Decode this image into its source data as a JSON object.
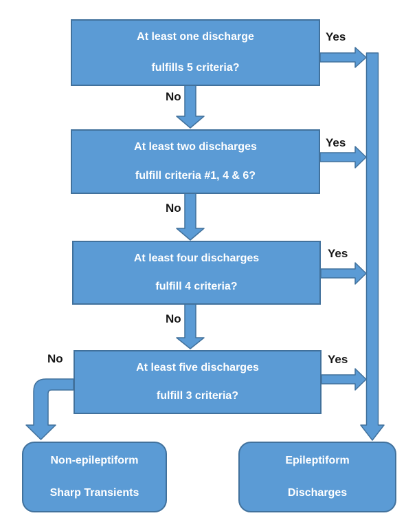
{
  "flowchart": {
    "decision_boxes": [
      {
        "line1": "At least one discharge",
        "line2": "fulfills 5 criteria?"
      },
      {
        "line1": "At least two discharges",
        "line2": "fulfill criteria #1, 4 & 6?"
      },
      {
        "line1": "At least four discharges",
        "line2": "fulfill 4 criteria?"
      },
      {
        "line1": "At least five discharges",
        "line2": "fulfill 3 criteria?"
      }
    ],
    "outcome_boxes": [
      {
        "line1": "Non-epileptiform",
        "line2": "Sharp Transients"
      },
      {
        "line1": "Epileptiform",
        "line2": "Discharges"
      }
    ],
    "yes_labels": [
      "Yes",
      "Yes",
      "Yes",
      "Yes"
    ],
    "no_labels": [
      "No",
      "No",
      "No",
      "No"
    ],
    "colors": {
      "node_fill": "#5b9bd5",
      "node_border": "#41719c",
      "node_text": "#ffffff",
      "branch_label_text": "#161616",
      "background": "#ffffff"
    }
  }
}
